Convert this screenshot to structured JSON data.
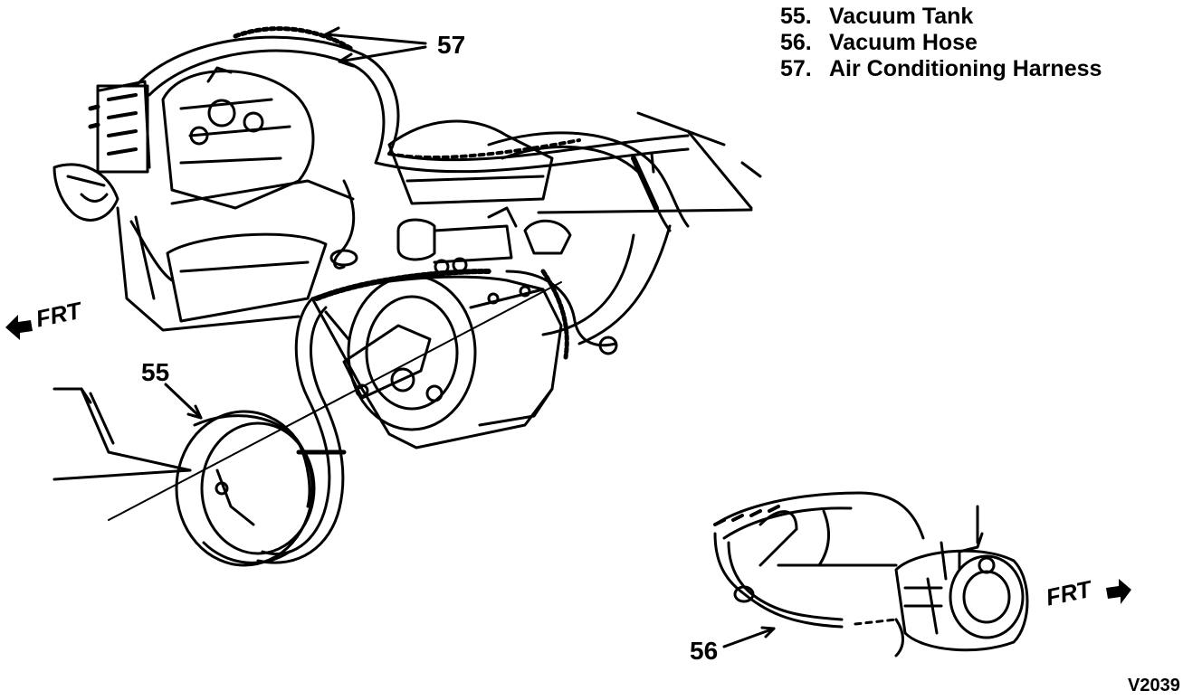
{
  "legend": [
    {
      "number": "55.",
      "label": "Vacuum Tank"
    },
    {
      "number": "56.",
      "label": "Vacuum Hose"
    },
    {
      "number": "57.",
      "label": "Air Conditioning Harness"
    }
  ],
  "callouts": {
    "tank": "55",
    "hose": "56",
    "harness": "57"
  },
  "direction_labels": {
    "left": "FRT",
    "right": "FRT"
  },
  "figure_code": "V2039"
}
